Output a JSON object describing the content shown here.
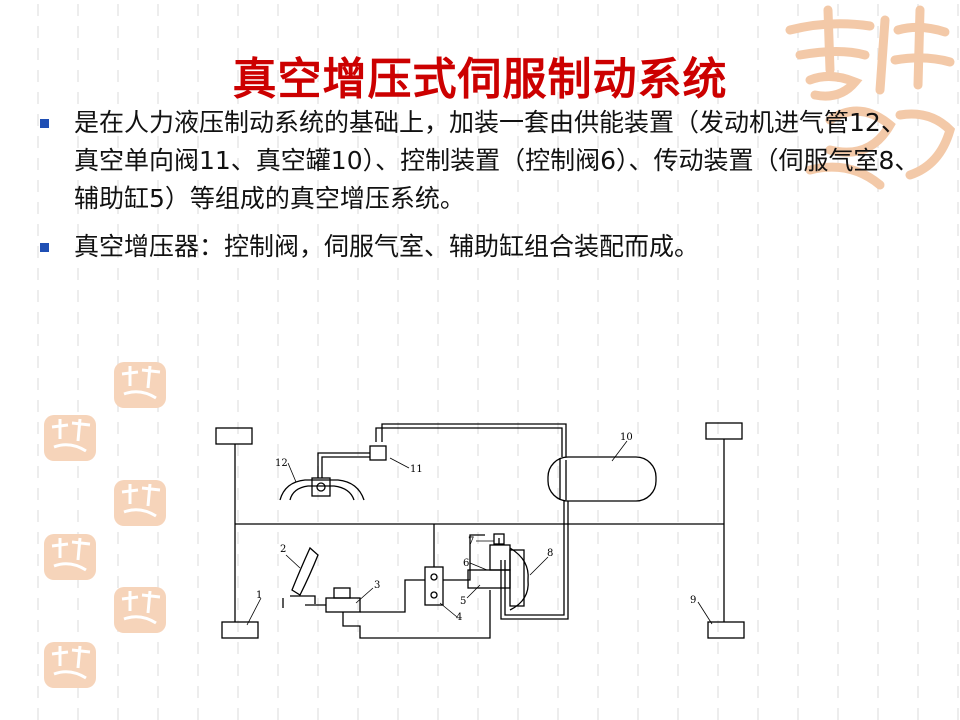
{
  "title": "真空增压式伺服制动系统",
  "bullets": [
    {
      "text": "是在人力液压制动系统的基础上，加装一套由供能装置（发动机进气管12、真空单向阀11、真空罐10）、控制装置（控制阀6）、传动装置（伺服气室8、辅助缸5）等组成的真空增压系统。"
    },
    {
      "text": "真空增压器：控制阀，伺服气室、辅助缸组合装配而成。"
    }
  ],
  "diagram": {
    "labels": {
      "n1": "1",
      "n2": "2",
      "n3": "3",
      "n4": "4",
      "n5": "5",
      "n6": "6",
      "n7": "7",
      "n8": "8",
      "n9": "9",
      "n10": "10",
      "n11": "11",
      "n12": "12"
    }
  },
  "colors": {
    "title": "#cc0000",
    "bullet": "#1f4fb4",
    "decor": "#f3c9a8"
  }
}
